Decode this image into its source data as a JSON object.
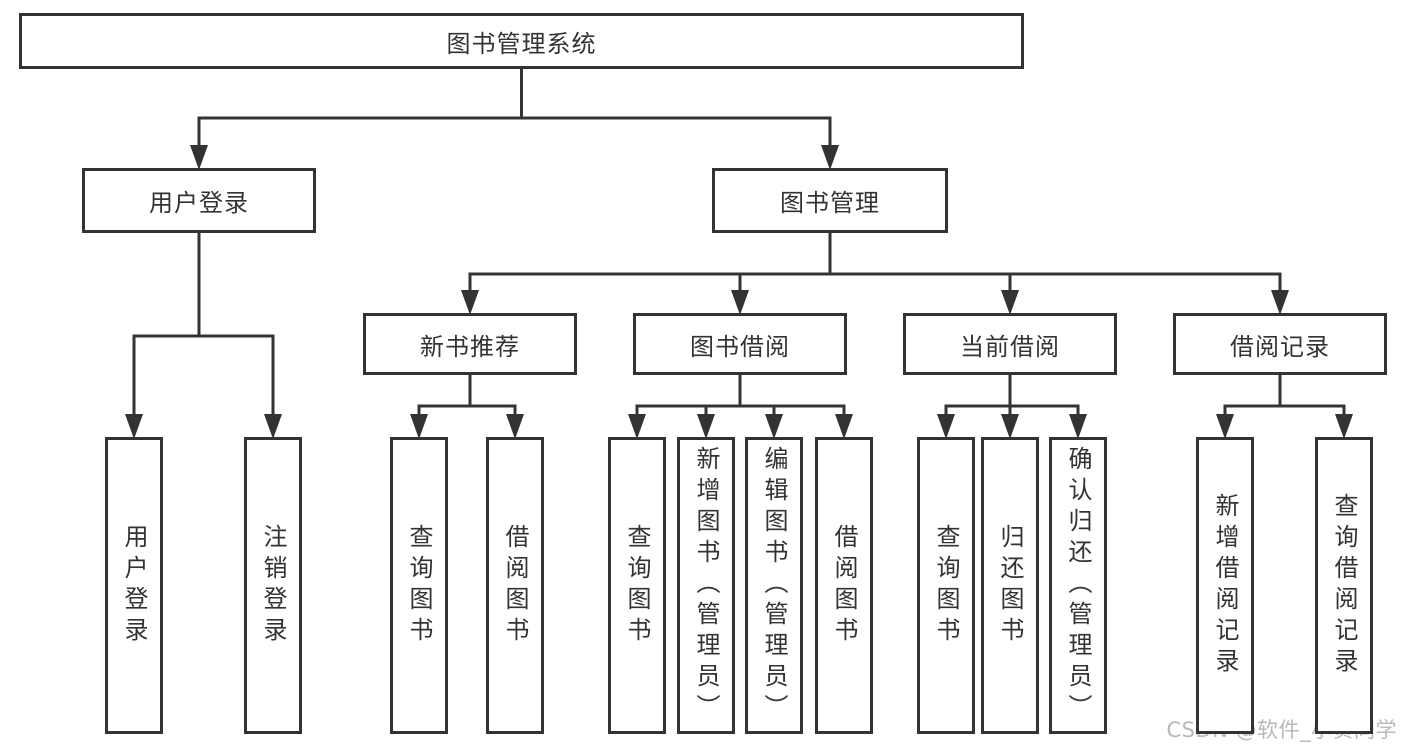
{
  "diagram": {
    "tree": {
      "id": "root",
      "label": "图书管理系统",
      "children": [
        {
          "id": "user-login",
          "label": "用户登录",
          "children": [
            {
              "id": "do-login",
              "label": "用户登录"
            },
            {
              "id": "logout",
              "label": "注销登录"
            }
          ]
        },
        {
          "id": "book-mgmt",
          "label": "图书管理",
          "children": [
            {
              "id": "new-book-recommend",
              "label": "新书推荐",
              "children": [
                {
                  "id": "nbr-query",
                  "label": "查询图书"
                },
                {
                  "id": "nbr-borrow",
                  "label": "借阅图书"
                }
              ]
            },
            {
              "id": "book-borrow",
              "label": "图书借阅",
              "children": [
                {
                  "id": "bb-query",
                  "label": "查询图书"
                },
                {
                  "id": "bb-add",
                  "label": "新增图书（管理员）"
                },
                {
                  "id": "bb-edit",
                  "label": "编辑图书（管理员）"
                },
                {
                  "id": "bb-borrow",
                  "label": "借阅图书"
                }
              ]
            },
            {
              "id": "current-borrow",
              "label": "当前借阅",
              "children": [
                {
                  "id": "cb-query",
                  "label": "查询图书"
                },
                {
                  "id": "cb-return",
                  "label": "归还图书"
                },
                {
                  "id": "cb-confirm",
                  "label": "确认归还（管理员）"
                }
              ]
            },
            {
              "id": "borrow-records",
              "label": "借阅记录",
              "children": [
                {
                  "id": "br-add",
                  "label": "新增借阅记录"
                },
                {
                  "id": "br-query",
                  "label": "查询借阅记录"
                }
              ]
            }
          ]
        }
      ]
    }
  },
  "watermark": {
    "text": "CSDN @软件_小贺同学"
  },
  "colors": {
    "line": "#333333",
    "border": "#333333",
    "text": "#333333",
    "box_fill": "#ffffff",
    "watermark": "#b9b9b9",
    "background": "#ffffff"
  }
}
